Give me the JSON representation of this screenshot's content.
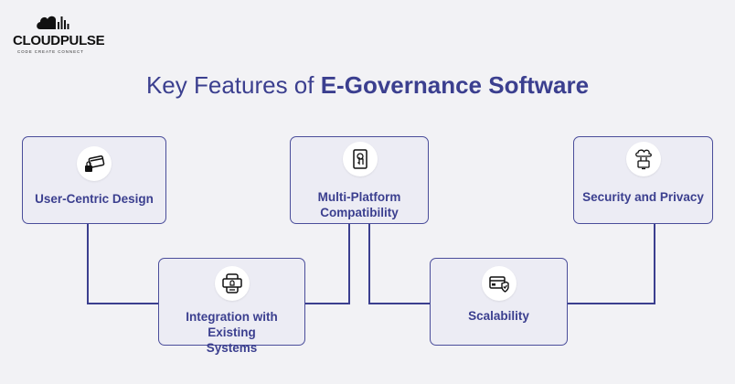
{
  "logo": {
    "name": "CLOUDPULSE",
    "tagline": "CODE CREATE CONNECT"
  },
  "title": {
    "prefix": "Key Features of ",
    "emphasis": "E-Governance Software"
  },
  "features": [
    {
      "label": "User-Centric Design",
      "icon": "credit-card-lock-icon"
    },
    {
      "label": "Integration with Existing Systems",
      "icon": "mobile-notification-icon"
    },
    {
      "label": "Multi-Platform Compatibility",
      "icon": "touch-device-icon"
    },
    {
      "label": "Scalability",
      "icon": "card-shield-icon"
    },
    {
      "label": "Security and Privacy",
      "icon": "cloud-computer-icon"
    }
  ],
  "colors": {
    "accent": "#3b3f8f",
    "box_fill": "#ececf4",
    "background": "#f2f2f5"
  }
}
